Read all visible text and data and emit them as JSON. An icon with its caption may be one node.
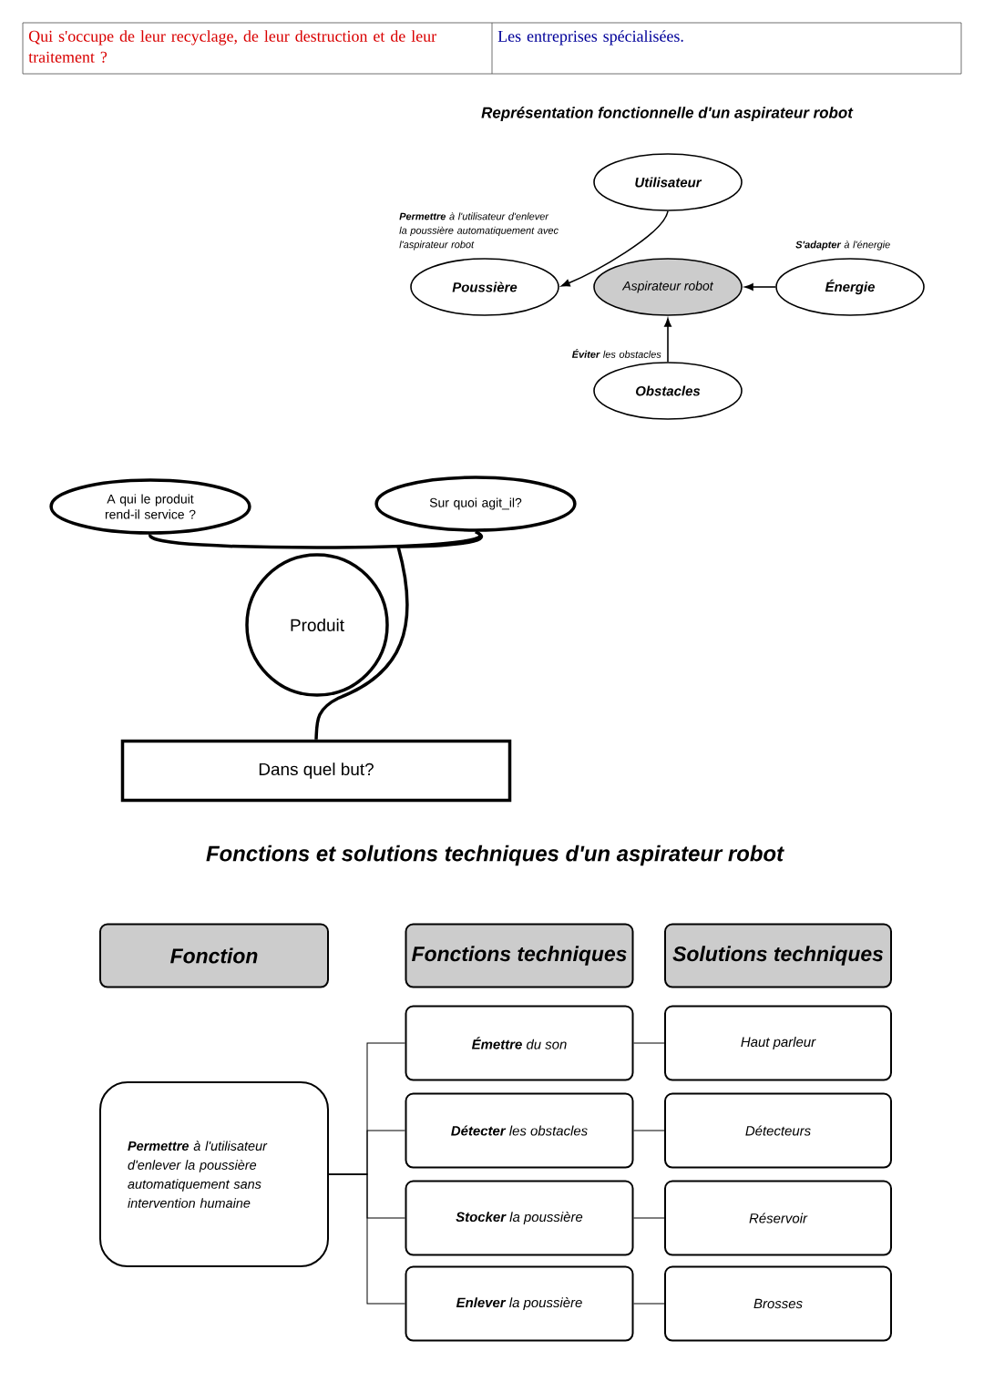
{
  "diagram": {
    "nodes": [
      {
        "text": [
          "Utilisateur"
        ]
      },
      {
        "text": [
          "Poussière"
        ]
      },
      {
        "text": [
          "Aspirateur robot"
        ]
      },
      {
        "text": [
          "Énergie"
        ]
      },
      {
        "text": [
          "Obstacles"
        ]
      },
      {
        "text": [
          "A qui le produit rend-il service ?"
        ]
      },
      {
        "text": [
          "Sur quoi agit_il?"
        ]
      },
      {
        "text": [
          "Produit"
        ]
      },
      {
        "text": [
          "Dans quel but?"
        ]
      },
      {
        "text": [
          "Fonction"
        ]
      },
      {
        "text": [
          "Fonctions techniques"
        ]
      },
      {
        "text": [
          "Solutions techniques"
        ]
      },
      {
        "text": [
          "**Permettre** à l'utilisateur d'enlever la poussière automatiquement sans intervention humaine"
        ]
      },
      {
        "text": [
          "**Émettre** du son"
        ]
      },
      {
        "text": [
          "**Détecter** les obstacles"
        ]
      },
      {
        "text": [
          "**Stocker** la poussière"
        ]
      },
      {
        "text": [
          "**Enlever** la poussière"
        ]
      },
      {
        "text": [
          "Haut parleur"
        ]
      },
      {
        "text": [
          "Détecteurs"
        ]
      },
      {
        "text": [
          "Réservoir"
        ]
      },
      {
        "text": [
          "Brosses"
        ]
      }
    ],
    "edges": [
      {
        "from": 0,
        "to": 1,
        "arrow": "to",
        "label": "**Permettre** à l'utilisateur d'enlever la poussière automatiquement avec l'aspirateur robot"
      },
      {
        "from": 3,
        "to": 2,
        "arrow": "to",
        "label": "**S'adapter** à l'énergie"
      },
      {
        "from": 4,
        "to": 2,
        "arrow": "to",
        "label": "**Éviter** les obstacles"
      },
      {
        "from": 5,
        "to": 6,
        "arrow": "none",
        "style": "thick"
      },
      {
        "from": 6,
        "to": 8,
        "arrow": "none",
        "style": "thick"
      },
      {
        "from": 12,
        "to": 13,
        "arrow": "none"
      },
      {
        "from": 12,
        "to": 14,
        "arrow": "none"
      },
      {
        "from": 12,
        "to": 15,
        "arrow": "none"
      },
      {
        "from": 12,
        "to": 16,
        "arrow": "none"
      },
      {
        "from": 13,
        "to": 17,
        "arrow": "none"
      },
      {
        "from": 14,
        "to": 18,
        "arrow": "none"
      },
      {
        "from": 15,
        "to": 19,
        "arrow": "none"
      },
      {
        "from": 16,
        "to": 20,
        "arrow": "none"
      }
    ],
    "labels": [
      "Qui s'occupe de leur recyclage, de leur destruction et de leur traitement ?",
      "Les entreprises spécialisées.",
      "Représentation fonctionnelle d'un aspirateur robot",
      "Fonctions et solutions techniques d'un aspirateur robot"
    ]
  }
}
